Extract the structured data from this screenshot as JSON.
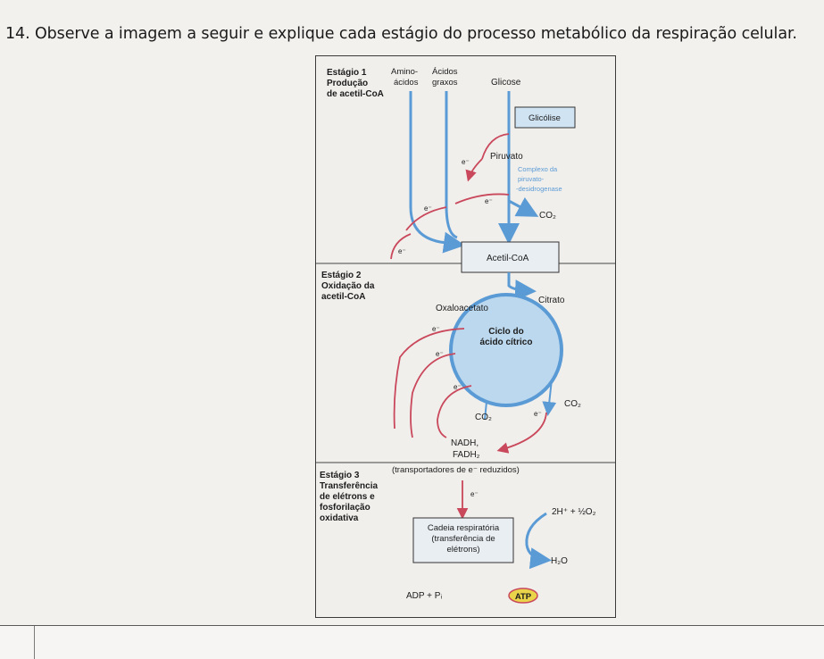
{
  "question": "14. Observe a imagem a seguir e explique cada estágio do processo metabólico da respiração celular.",
  "stage1": {
    "line1": "Estágio 1",
    "line2": "Produção",
    "line3": "de acetil-CoA"
  },
  "stage2": {
    "line1": "Estágio 2",
    "line2": "Oxidação da",
    "line3": "acetil-CoA"
  },
  "stage3": {
    "line1": "Estágio 3",
    "line2": "Transferência",
    "line3": "de elétrons e",
    "line4": "fosforilação",
    "line5": "oxidativa"
  },
  "inputs": {
    "amino1": "Amino-",
    "amino2": "ácidos",
    "fatty1": "Ácidos",
    "fatty2": "graxos",
    "glucose": "Glicose"
  },
  "glycolysis": "Glicólise",
  "pyruvate": "Piruvato",
  "complex": {
    "line1": "Complexo da",
    "line2": "piruvato-",
    "line3": "-desidrogenase"
  },
  "co2": "CO₂",
  "acetylcoa": "Acetil-CoA",
  "oxaloacetate": "Oxaloacetato",
  "citrate": "Citrato",
  "cycle": {
    "line1": "Ciclo do",
    "line2": "ácido cítrico"
  },
  "electron": "e⁻",
  "carriers": {
    "nadh": "NADH,",
    "fadh": "FADH₂",
    "reduced": "(transportadores de e⁻ reduzidos)"
  },
  "chain": {
    "line1": "Cadeia respiratória",
    "line2": "(transferência de",
    "line3": "elétrons)"
  },
  "oxygen": "2H⁺ + ½O₂",
  "water": "H₂O",
  "adp": "ADP + Pᵢ",
  "atp": "ATP",
  "colors": {
    "blue": "#5b9bd5",
    "red": "#c9485b",
    "glycolysis_fill": "#cfe3f3",
    "cycle_fill": "#bcd8ee",
    "box_fill": "#e9eef3"
  }
}
